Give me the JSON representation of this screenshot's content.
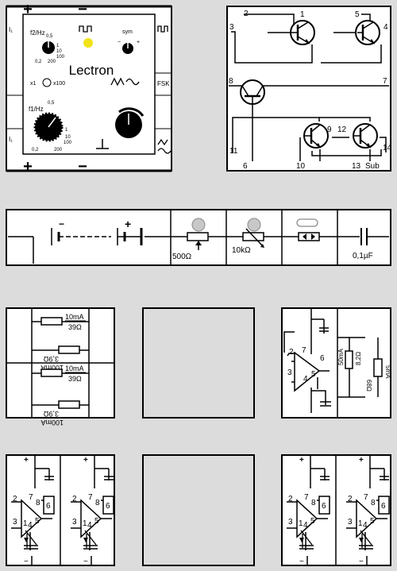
{
  "generator": {
    "title": "Lectron",
    "f2_label": "f2/Hz",
    "f2_ticks": [
      "0,5",
      "1",
      "10",
      "100",
      "0,2",
      "200"
    ],
    "sym_label": "sym",
    "range_x1": "x1",
    "range_x100": "x100",
    "fsk_label": "FSK",
    "f1_label": "f1/Hz",
    "f1_ticks": [
      "0,5",
      "1",
      "10",
      "100",
      "0,2",
      "200"
    ],
    "left_ins": [
      "I₁",
      "I₁"
    ],
    "led_color": "#f2e21a"
  },
  "transistor_block": {
    "pins": [
      "1",
      "2",
      "3",
      "4",
      "5",
      "6",
      "7",
      "8",
      "9",
      "10",
      "11",
      "12",
      "13",
      "14"
    ],
    "sub_label": "Sub"
  },
  "component_strip": {
    "pot1": "500Ω",
    "pot2": "10kΩ",
    "cap": "0,1µF"
  },
  "resistor_panel": {
    "r1_current": "10mA",
    "r1_value": "39Ω",
    "r2_current": "10mA",
    "r2_value": "39Ω",
    "r3_value": "3,9Ω",
    "r3_current": "100mA",
    "r4_value": "3,9Ω",
    "r4_current": "100mA"
  },
  "opamp_single": {
    "pins": [
      "2",
      "7",
      "6",
      "3",
      "4",
      "5"
    ],
    "res1_current": "50mA",
    "res1_value": "8,2Ω",
    "res2_current": "5mA",
    "res2_value": "68Ω"
  },
  "opamp_dual": {
    "pins": [
      "2",
      "7",
      "8",
      "6",
      "3",
      "1",
      "4",
      "5"
    ]
  }
}
